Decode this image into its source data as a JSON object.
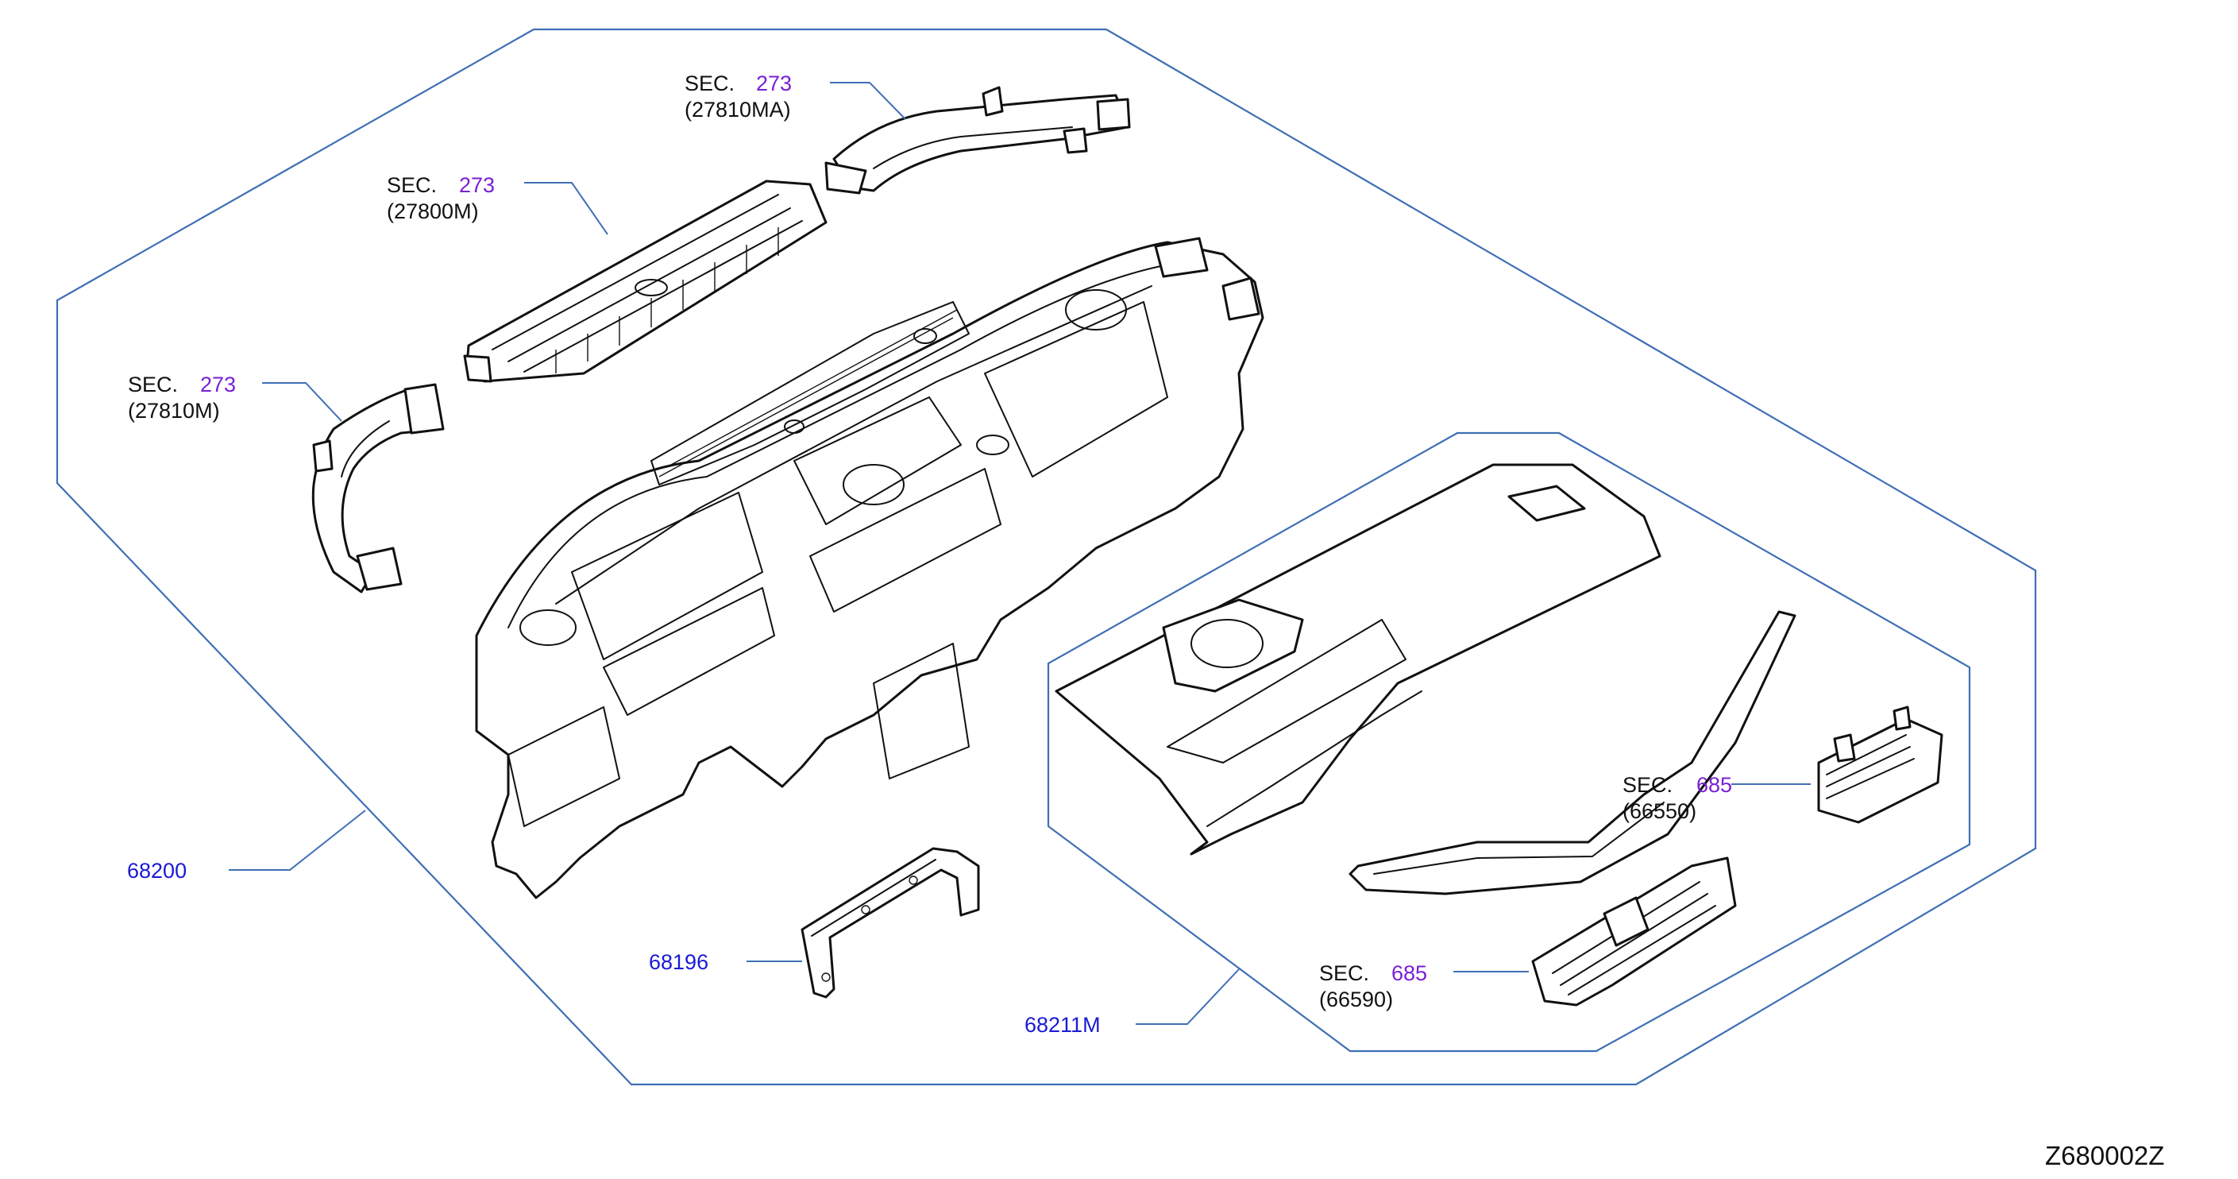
{
  "title": "",
  "callouts": {
    "sec_27810MA": {
      "sec_word": "SEC.",
      "sec_num": "273",
      "part": "(27810MA)"
    },
    "sec_27800M": {
      "sec_word": "SEC.",
      "sec_num": "273",
      "part": "(27800M)"
    },
    "sec_27810M": {
      "sec_word": "SEC.",
      "sec_num": "273",
      "part": "(27810M)"
    },
    "sec_66550": {
      "sec_word": "SEC.",
      "sec_num": "685",
      "part": "(66550)"
    },
    "sec_66590": {
      "sec_word": "SEC.",
      "sec_num": "685",
      "part": "(66590)"
    }
  },
  "part_numbers": {
    "instrument_panel": "68200",
    "bracket": "68196",
    "panel_assy": "68211M"
  },
  "drawing_code": "Z680002Z",
  "colors": {
    "frame_line": "#3f6fb5",
    "section_number": "#7a1fd6",
    "part_number": "#1a1ad6",
    "linework": "#111111"
  }
}
